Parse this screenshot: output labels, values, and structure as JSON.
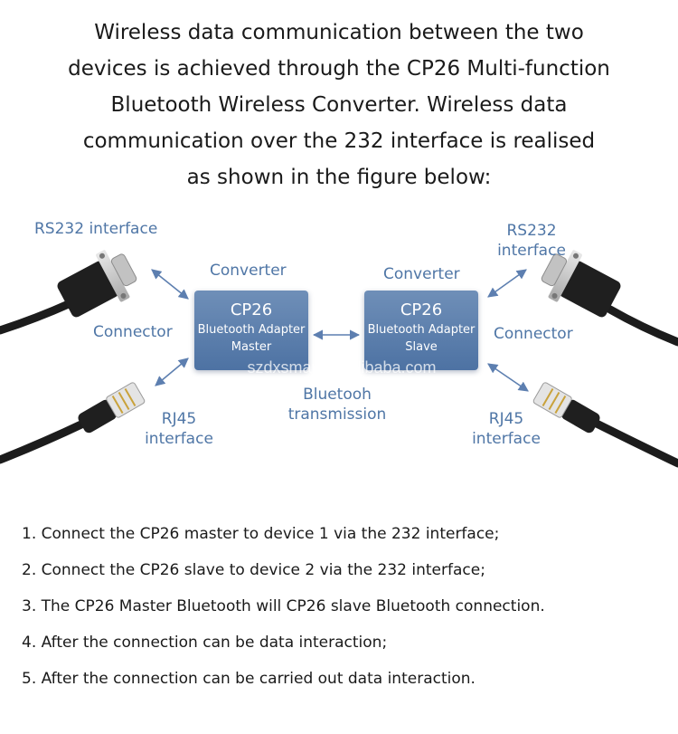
{
  "intro_lines": [
    "Wireless data communication between the two",
    "devices is achieved through the CP26 Multi-function",
    "Bluetooth Wireless Converter. Wireless data",
    "communication over the 232 interface is realised",
    "as shown in the figure below:"
  ],
  "left": {
    "rs232": "RS232 interface",
    "connector": "Connector",
    "rj45": [
      "RJ45",
      "interface"
    ]
  },
  "right": {
    "rs232": [
      "RS232",
      "interface"
    ],
    "connector": "Connector",
    "rj45": [
      "RJ45",
      "interface"
    ]
  },
  "converter_label": "Converter",
  "master": {
    "title": "CP26",
    "line1": "Bluetooth Adapter",
    "line2": "Master"
  },
  "slave": {
    "title": "CP26",
    "line1": "Bluetooth Adapter",
    "line2": "Slave"
  },
  "bluetooth": [
    "Bluetooh",
    "transmission"
  ],
  "watermark": "szdxsmart.en.alibaba.com",
  "steps": [
    "1. Connect the CP26 master to device 1 via the 232 interface;",
    "2. Connect the CP26 slave to device 2 via the 232 interface;",
    "3. The CP26 Master Bluetooth will CP26 slave Bluetooth connection.",
    "4. After the connection can be data interaction;",
    "5. After the connection can be carried out data interaction."
  ],
  "colors": {
    "label": "#4f76a6",
    "box": "#5a7dac",
    "arrow": "#5d7fb0",
    "cable": "#1c1c1c"
  }
}
